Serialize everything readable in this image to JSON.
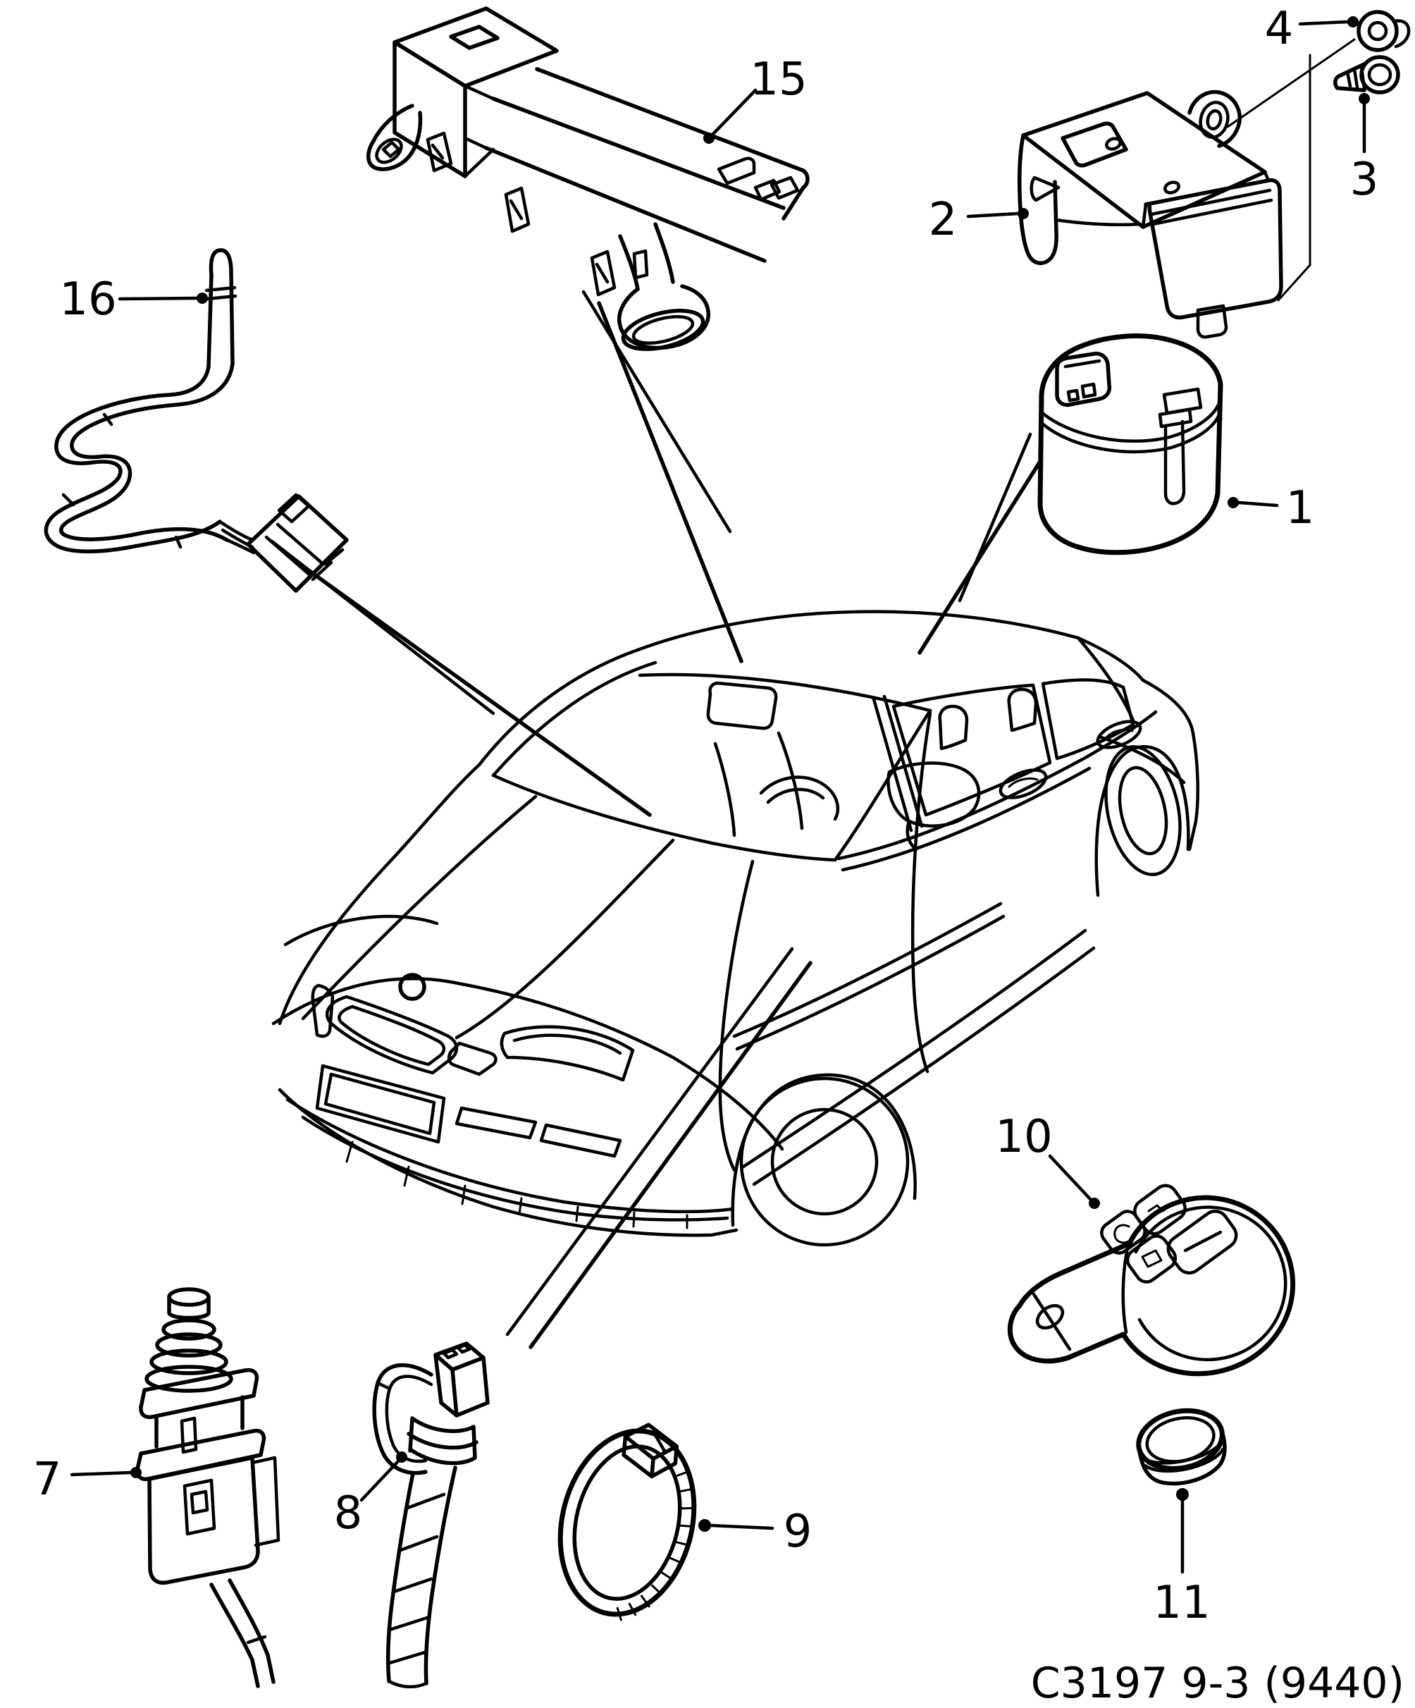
{
  "diagram": {
    "code": "C3197 9-3 (9440)",
    "background_color": "#ffffff",
    "line_color": "#000000",
    "callouts": {
      "c1": {
        "label": "1"
      },
      "c2": {
        "label": "2"
      },
      "c3": {
        "label": "3"
      },
      "c4": {
        "label": "4"
      },
      "c7": {
        "label": "7"
      },
      "c8": {
        "label": "8"
      },
      "c9": {
        "label": "9"
      },
      "c10": {
        "label": "10"
      },
      "c11": {
        "label": "11"
      },
      "c15": {
        "label": "15"
      },
      "c16": {
        "label": "16"
      }
    }
  }
}
